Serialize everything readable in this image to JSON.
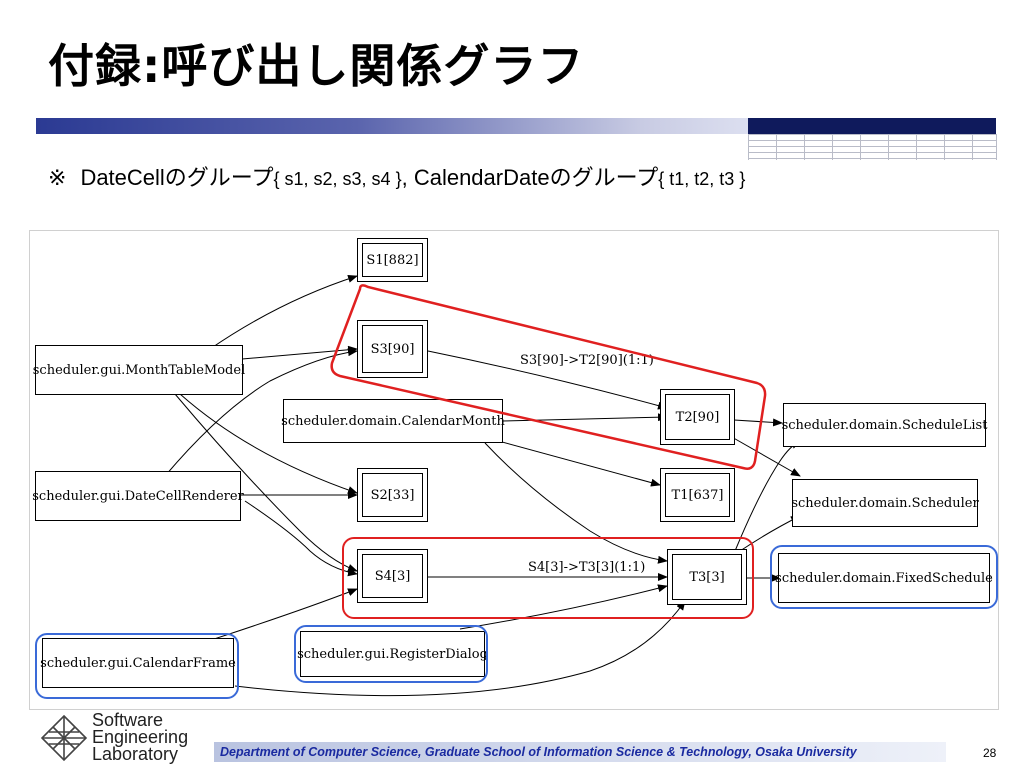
{
  "title": "付録:呼び出し関係グラフ",
  "subtitle": {
    "mark": "※",
    "part1": "DateCellのグループ",
    "set1": "{ s1, s2, s3, s4 }",
    "sep": ",",
    "part2": "CalendarDateのグループ",
    "set2": "{ t1, t2, t3 }"
  },
  "nodes": {
    "s1": "S1[882]",
    "s3": "S3[90]",
    "s2": "S2[33]",
    "s4": "S4[3]",
    "t2": "T2[90]",
    "t1": "T1[637]",
    "t3": "T3[3]",
    "month_table_model": "scheduler.gui.MonthTableModel",
    "calendar_month": "scheduler.domain.CalendarMonth",
    "date_cell_renderer": "scheduler.gui.DateCellRenderer",
    "calendar_frame": "scheduler.gui.CalendarFrame",
    "register_dialog": "scheduler.gui.RegisterDialog",
    "schedule_list": "scheduler.domain.ScheduleList",
    "scheduler": "scheduler.domain.Scheduler",
    "fixed_schedule": "scheduler.domain.FixedSchedule"
  },
  "edge_labels": {
    "s3_t2": "S3[90]->T2[90](1:1)",
    "s4_t3": "S4[3]->T3[3](1:1)"
  },
  "highlight_colors": {
    "red": "#e02020",
    "blue": "#3a6ad8"
  },
  "footer": {
    "logo_line1": "Software",
    "logo_line2": "Engineering",
    "logo_line3": "Laboratory",
    "department": "Department of Computer Science, Graduate School of Information Science & Technology, Osaka University",
    "page_number": "28"
  }
}
